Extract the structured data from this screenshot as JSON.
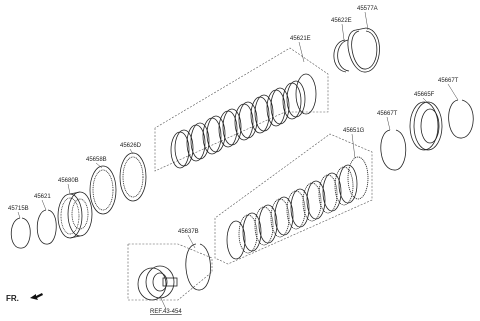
{
  "labels": {
    "p45577A": "45577A",
    "p45622E": "45622E",
    "p45621E": "45621E",
    "p45667T_right": "45667T",
    "p45665F": "45665F",
    "p45667T_mid": "45667T",
    "p45651G": "45651G",
    "p45626D": "45626D",
    "p45658B": "45658B",
    "p45680B": "45680B",
    "p45621": "45621",
    "p45715B": "45715B",
    "p45637B": "45637B"
  },
  "ref_label": "REF.43-454",
  "front_label": "FR."
}
